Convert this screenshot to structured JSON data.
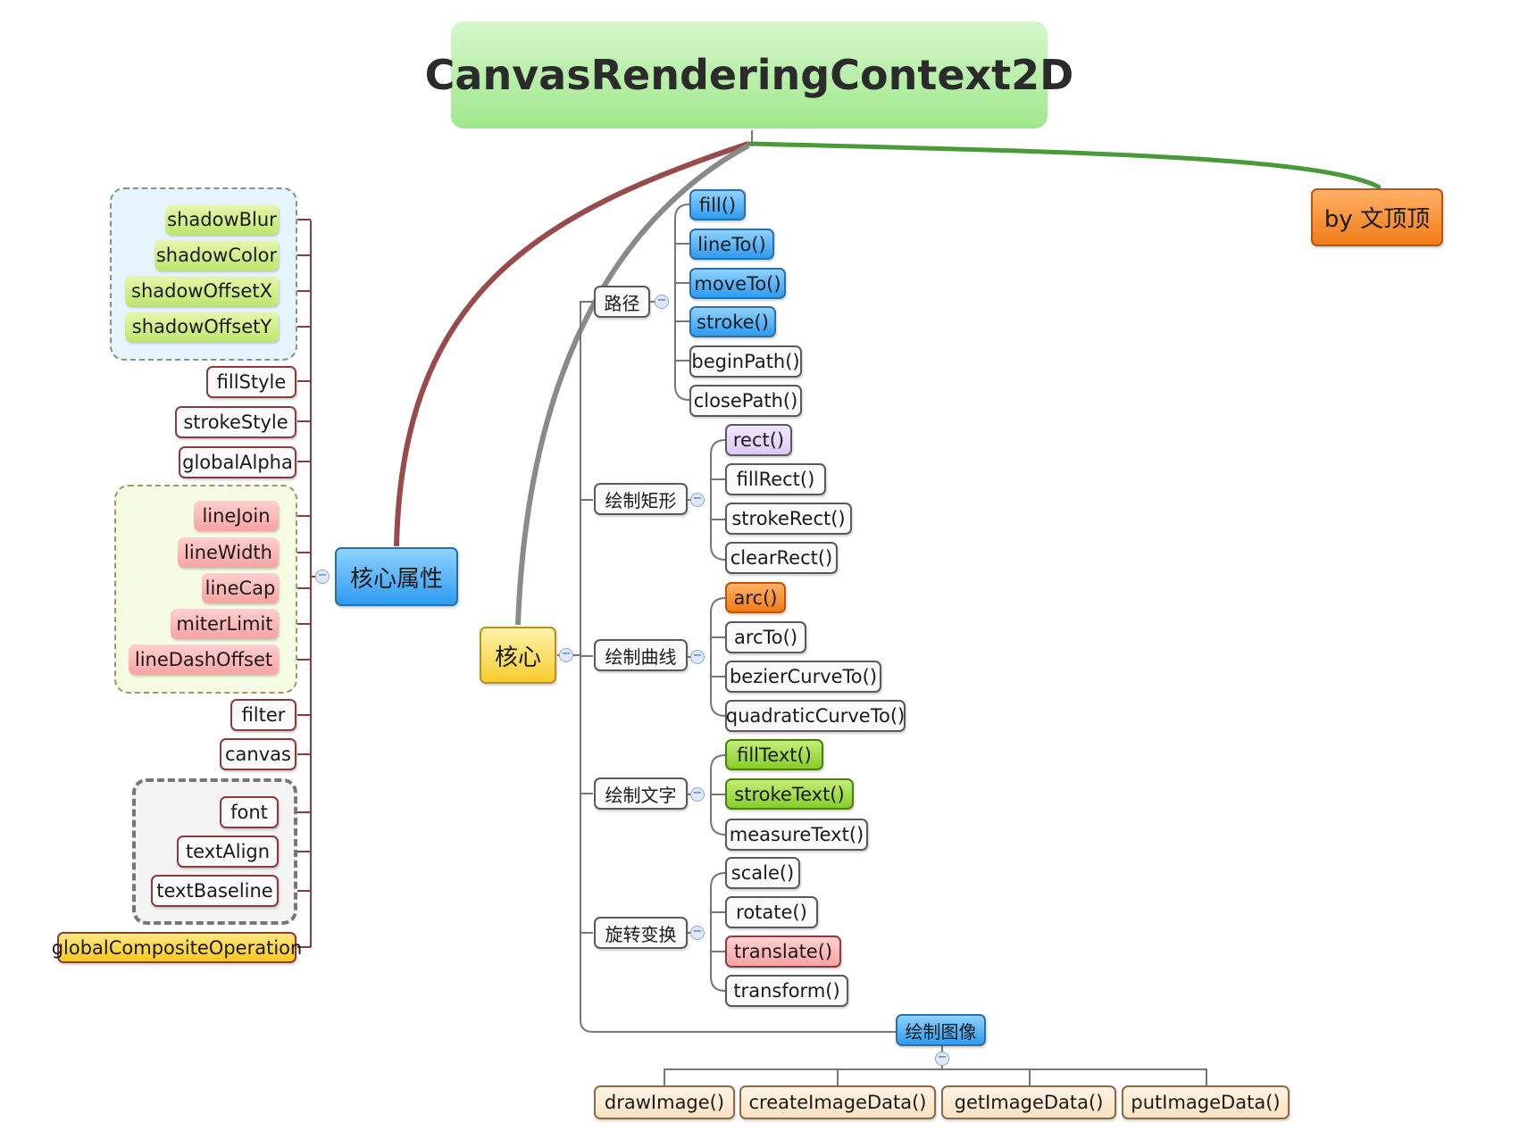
{
  "root": {
    "title": "CanvasRenderingContext2D"
  },
  "credit": {
    "label": "by 文顶顶"
  },
  "core_properties": {
    "label": "核心属性",
    "items": [
      "shadowBlur",
      "shadowColor",
      "shadowOffsetX",
      "shadowOffsetY",
      "fillStyle",
      "strokeStyle",
      "globalAlpha",
      "lineJoin",
      "lineWidth",
      "lineCap",
      "miterLimit",
      "lineDashOffset",
      "filter",
      "canvas",
      "font",
      "textAlign",
      "textBaseline",
      "globalCompositeOperation"
    ]
  },
  "core": {
    "label": "核心",
    "groups": [
      {
        "label": "路径",
        "items": [
          "fill()",
          "lineTo()",
          "moveTo()",
          "stroke()",
          "beginPath()",
          "closePath()"
        ]
      },
      {
        "label": "绘制矩形",
        "items": [
          "rect()",
          "fillRect()",
          "strokeRect()",
          "clearRect()"
        ]
      },
      {
        "label": "绘制曲线",
        "items": [
          "arc()",
          "arcTo()",
          "bezierCurveTo()",
          "quadraticCurveTo()"
        ]
      },
      {
        "label": "绘制文字",
        "items": [
          "fillText()",
          "strokeText()",
          "measureText()"
        ]
      },
      {
        "label": "旋转变换",
        "items": [
          "scale()",
          "rotate()",
          "translate()",
          "transform()"
        ]
      },
      {
        "label": "绘制图像",
        "items": [
          "drawImage()",
          "createImageData()",
          "getImageData()",
          "putImageData()"
        ]
      }
    ]
  },
  "collapse_glyph": "−",
  "colors": {
    "root_fill": "#a3ea8f",
    "core_properties_branch": "#9a4a4a",
    "core_branch": "#8a8a8a",
    "credit_branch": "#4a9a3a",
    "connector": "#8a3b3b",
    "core_connector": "#777777"
  }
}
